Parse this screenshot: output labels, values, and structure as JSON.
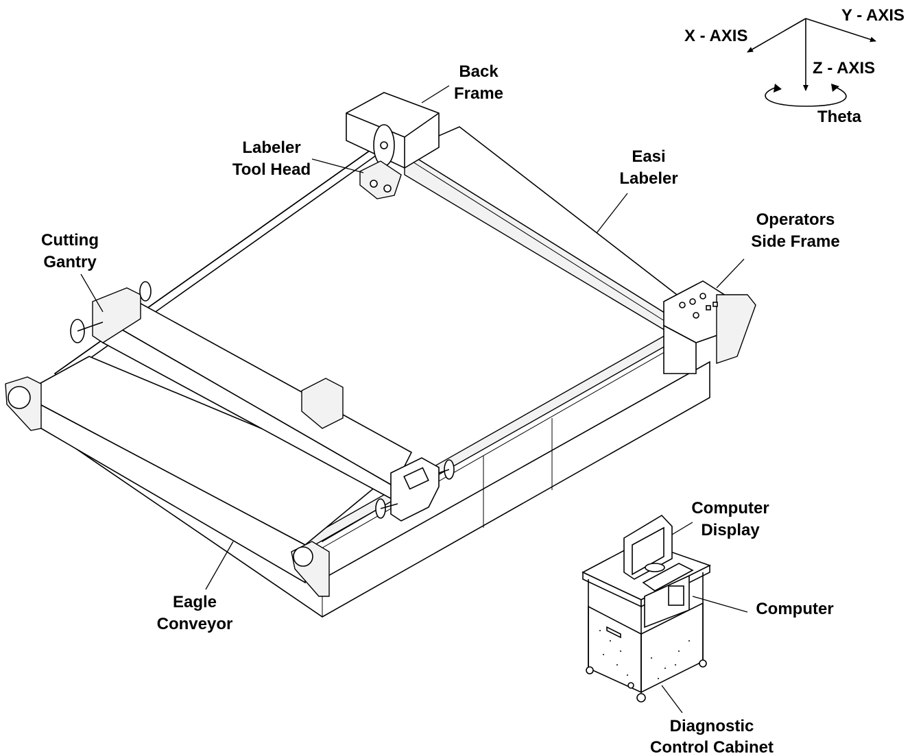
{
  "axes": {
    "x_axis": "X - AXIS",
    "y_axis": "Y - AXIS",
    "z_axis": "Z - AXIS",
    "theta": "Theta"
  },
  "callouts": {
    "back_frame": [
      "Back",
      "Frame"
    ],
    "labeler_tool_head": [
      "Labeler",
      "Tool Head"
    ],
    "easi_labeler": [
      "Easi",
      "Labeler"
    ],
    "operators_side_frame": [
      "Operators",
      "Side Frame"
    ],
    "cutting_gantry": [
      "Cutting",
      "Gantry"
    ],
    "eagle_conveyor": [
      "Eagle",
      "Conveyor"
    ],
    "computer_display": [
      "Computer",
      "Display"
    ],
    "computer": [
      "Computer"
    ],
    "diagnostic_control_cabinet": [
      "Diagnostic",
      "Control Cabinet"
    ]
  }
}
